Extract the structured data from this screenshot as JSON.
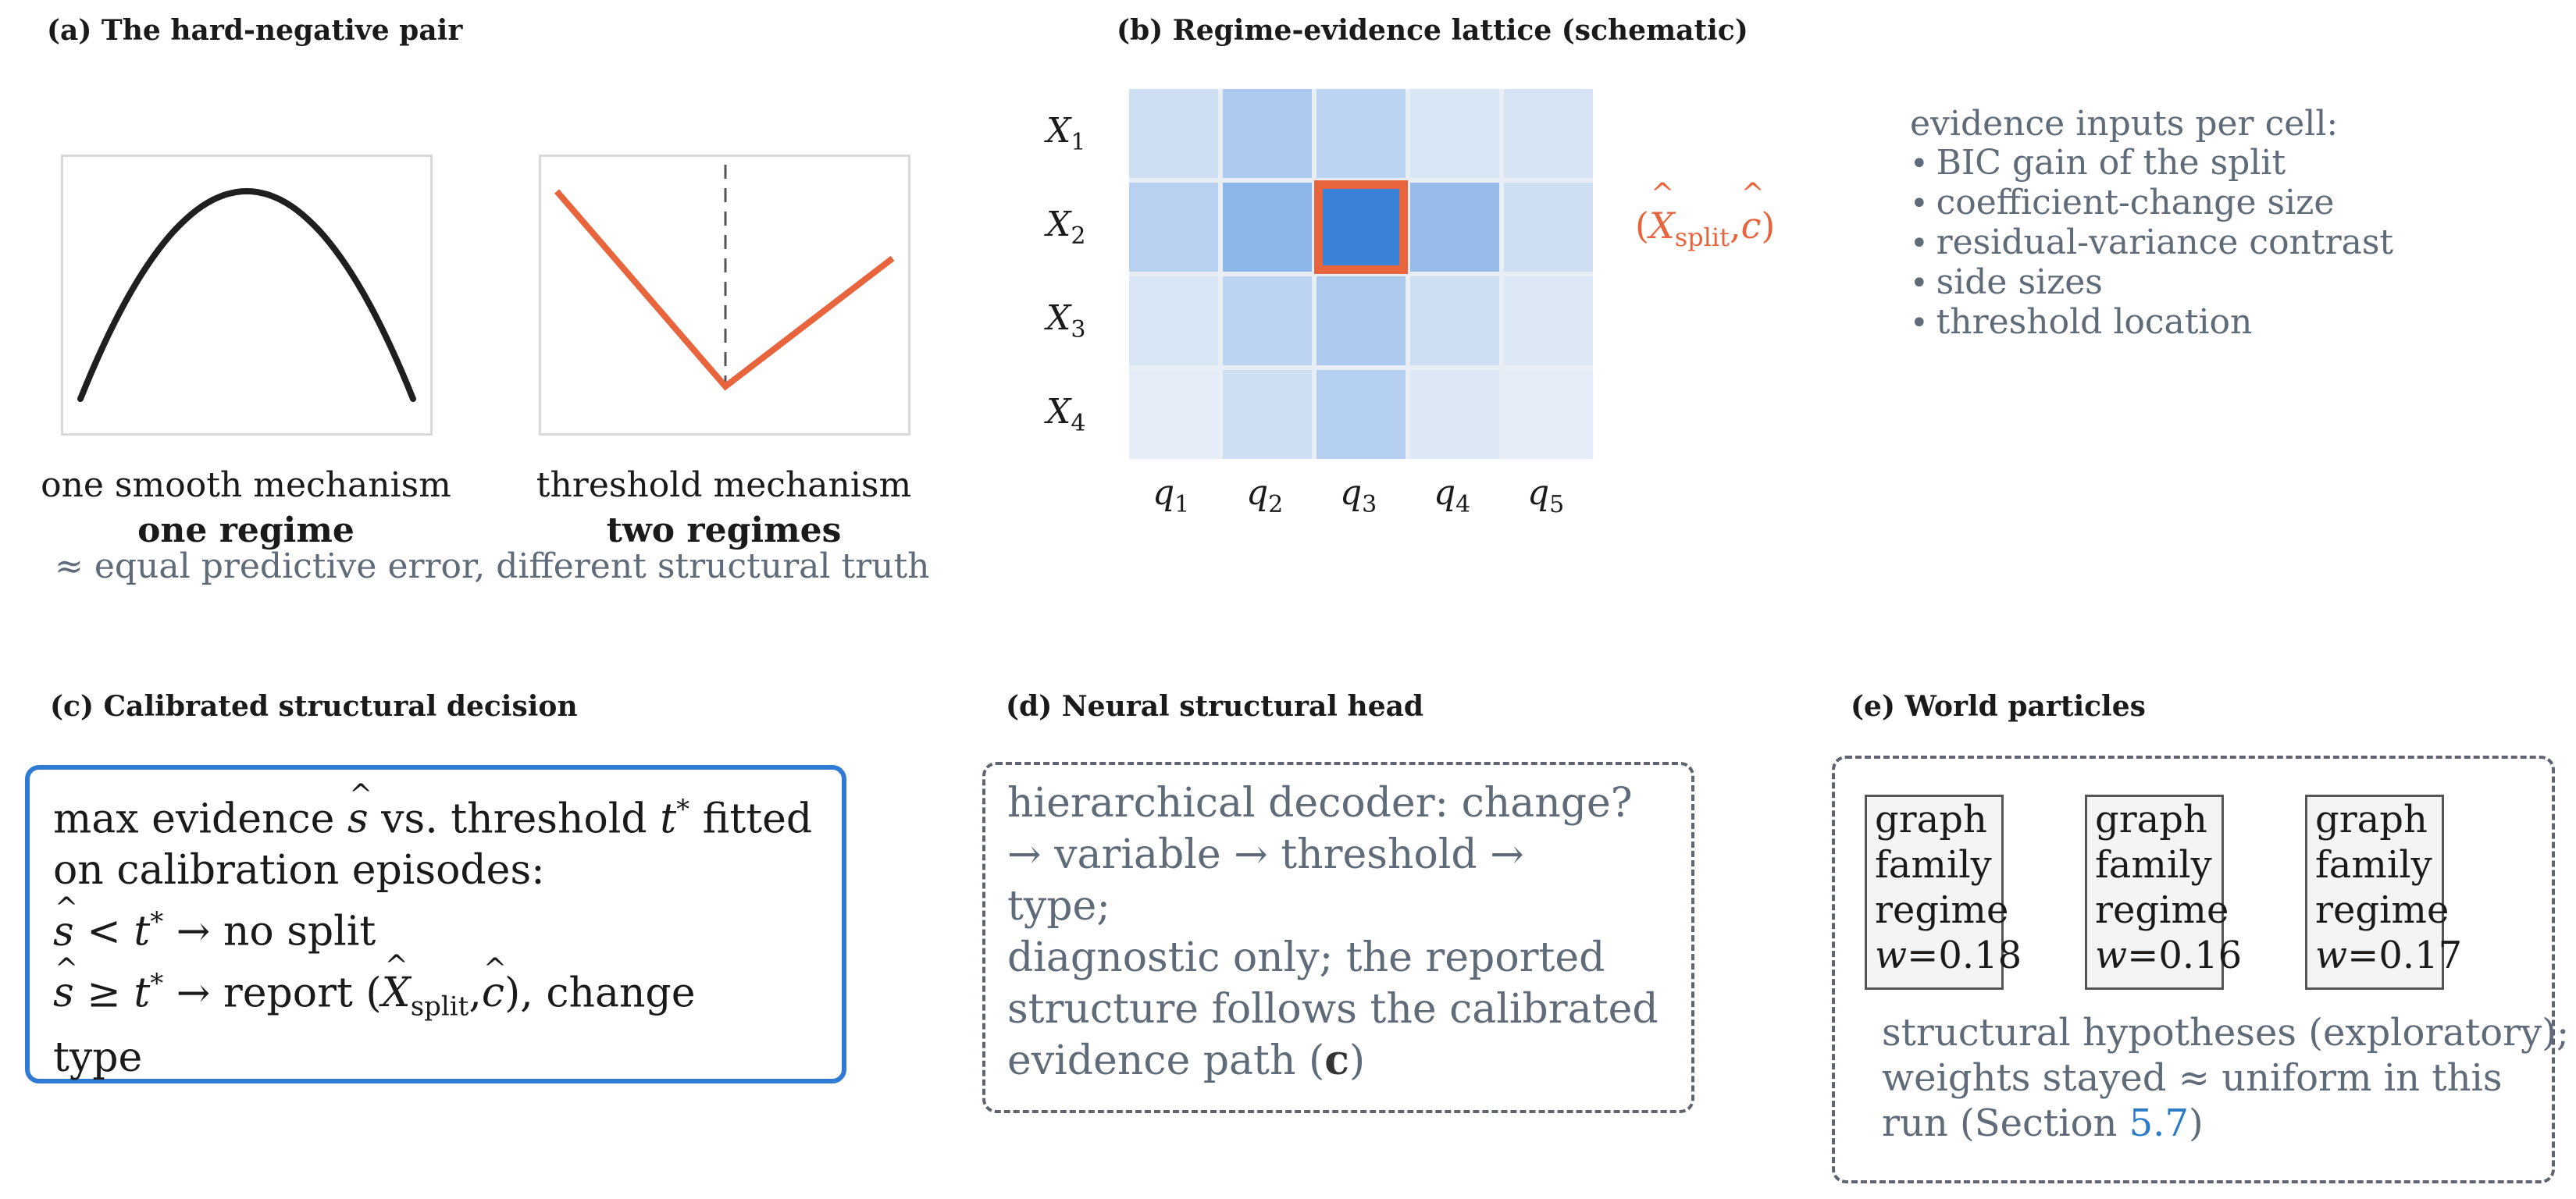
{
  "panel_a": {
    "title": "(a) The hard-negative pair",
    "left_caption": "one smooth mechanism",
    "left_bold": "one regime",
    "right_caption": "threshold mechanism",
    "right_bold": "two regimes",
    "footer": "≈ equal predictive error, different structural truth",
    "colors": {
      "smooth": "#1f1f1f",
      "threshold": "#e8643c"
    }
  },
  "panel_b": {
    "title": "(b) Regime-evidence lattice (schematic)",
    "rows": [
      "X",
      "X",
      "X",
      "X"
    ],
    "row_subs": [
      "1",
      "2",
      "3",
      "4"
    ],
    "cols": [
      "q",
      "q",
      "q",
      "q",
      "q"
    ],
    "col_subs": [
      "1",
      "2",
      "3",
      "4",
      "5"
    ],
    "cell_intensity": [
      [
        0.2,
        0.38,
        0.3,
        0.14,
        0.16
      ],
      [
        0.32,
        0.55,
        1.0,
        0.5,
        0.2
      ],
      [
        0.14,
        0.3,
        0.38,
        0.2,
        0.12
      ],
      [
        0.08,
        0.2,
        0.34,
        0.12,
        0.08
      ]
    ],
    "highlight": {
      "row": 1,
      "col": 2
    },
    "annotation_open": "(",
    "annotation_x": "X",
    "annotation_sub": "split",
    "annotation_comma": ",",
    "annotation_c": "c",
    "annotation_close": ")",
    "evidence_header": "evidence inputs per cell:",
    "evidence_items": [
      "BIC gain of the split",
      "coefficient-change size",
      "residual-variance contrast",
      "side sizes",
      "threshold location"
    ]
  },
  "panel_c": {
    "title": "(c) Calibrated structural decision",
    "line1a": "max evidence ",
    "line1s": "s",
    "line1b": " vs. threshold ",
    "line1t": "t",
    "line1star": "*",
    "line1c": " fitted",
    "line2": "on calibration episodes:",
    "line3s": "s",
    "line3op": " < ",
    "line3t": "t",
    "line3star": "*",
    "line3rest": "  → no split",
    "line4s": "s",
    "line4op": " ≥ ",
    "line4t": "t",
    "line4star": "*",
    "line4a": "  → report (",
    "line4x": "X",
    "line4sub": "split",
    "line4comma": ",",
    "line4c": "c",
    "line4b": "), change",
    "line5": "type"
  },
  "panel_d": {
    "title": "(d) Neural structural head",
    "lines": [
      "hierarchical decoder:  change?",
      "→ variable → threshold →",
      "type;",
      "diagnostic only; the reported",
      "structure follows the calibrated"
    ],
    "last_line_a": "evidence path (",
    "last_line_b": "c",
    "last_line_c": ")"
  },
  "panel_e": {
    "title": "(e) World particles",
    "particles": [
      {
        "l1": "graph",
        "l2": "family",
        "l3": "regime",
        "w": "w",
        "val": "=0.18"
      },
      {
        "l1": "graph",
        "l2": "family",
        "l3": "regime",
        "w": "w",
        "val": "=0.16"
      },
      {
        "l1": "graph",
        "l2": "family",
        "l3": "regime",
        "w": "w",
        "val": "=0.17"
      }
    ],
    "note1": "structural hypotheses (exploratory);",
    "note2": "weights stayed ≈ uniform in this",
    "note3a": "run (Section ",
    "note3link": "5.7",
    "note3b": ")"
  }
}
